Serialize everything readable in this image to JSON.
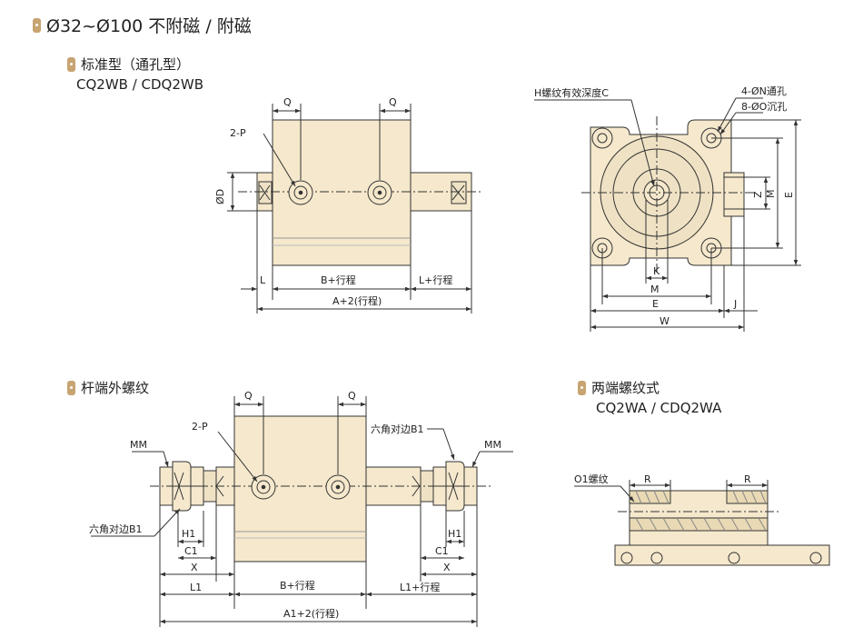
{
  "section": {
    "title": "Ø32~Ø100 不附磁 / 附磁"
  },
  "views": {
    "standard": {
      "title": "标准型（通孔型）",
      "model": "CQ2WB / CDQ2WB"
    },
    "rod_thread": {
      "title": "杆端外螺纹"
    },
    "both_thread": {
      "title": "两端螺纹式",
      "model": "CQ2WA / CDQ2WA"
    }
  },
  "labels": {
    "q": "Q",
    "p2": "2-P",
    "od": "ØD",
    "l": "L",
    "b_stroke": "B+行程",
    "l_stroke": "L+行程",
    "a2": "A+2(行程)",
    "h_thread": "H螺纹有效深度C",
    "n_holes": "4-ØN通孔",
    "o_holes": "8-ØO沉孔",
    "z": "Z",
    "m": "M",
    "e": "E",
    "k": "K",
    "j": "J",
    "w": "W",
    "mm": "MM",
    "hex_b1": "六角对边B1",
    "h1": "H1",
    "c1": "C1",
    "x": "X",
    "l1": "L1",
    "l1_stroke": "L1+行程",
    "a1": "A1+2(行程)",
    "o1": "O1螺纹",
    "r": "R"
  },
  "colors": {
    "body": "#f5e8cc",
    "bullet": "#c8a472",
    "line": "#333333"
  }
}
